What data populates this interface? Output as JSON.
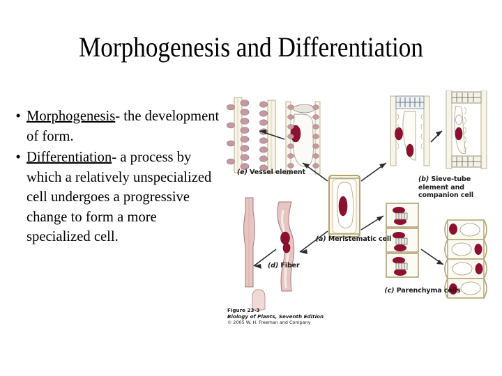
{
  "slide": {
    "title": "Morphogenesis and Differentiation",
    "background_color": "#ffffff",
    "text_color": "#000000"
  },
  "bullets": [
    {
      "marker": "•",
      "term": "Morphogenesis",
      "rest": "- the development of form."
    },
    {
      "marker": "•",
      "term": "Differentiation",
      "rest": "- a process by which a relatively unspecialized cell undergoes a progressive change to form a more specialized cell."
    }
  ],
  "figure": {
    "labels": {
      "a": {
        "tag": "(a)",
        "text": "Meristematic cell"
      },
      "b": {
        "tag": "(b)",
        "text": "Sieve-tube element and companion cell"
      },
      "c": {
        "tag": "(c)",
        "text": "Parenchyma cells"
      },
      "d": {
        "tag": "(d)",
        "text": "Fiber"
      },
      "e": {
        "tag": "(e)",
        "text": "Vessel element"
      }
    },
    "caption": {
      "number": "Figure 23-3",
      "source": "Biology of Plants, Seventh Edition",
      "copyright": "© 2005 W. H. Freeman and Company"
    },
    "colors": {
      "nucleus": "#8e1030",
      "wall": "#cdbf93",
      "cytoplasm": "#f6f1e4",
      "fiber_fill": "#e6c3c0",
      "vessel_thickening": "#c5939a",
      "arrow": "#2b2b2b"
    }
  }
}
